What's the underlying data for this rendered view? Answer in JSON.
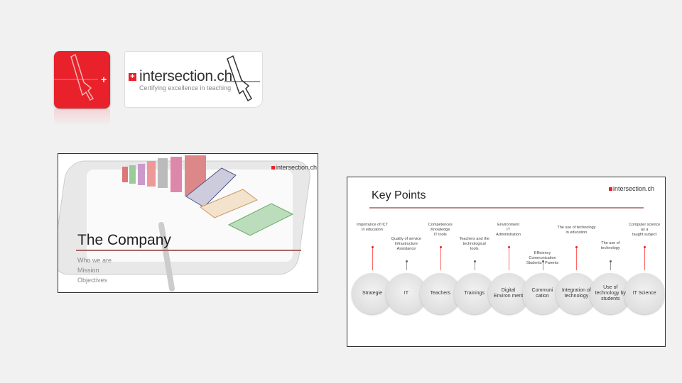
{
  "logo": {
    "name": "intersection.ch",
    "tagline": "Certifying excellence in teaching"
  },
  "slide1": {
    "logo": "intersection.ch",
    "title": "The Company",
    "items": [
      "Who we are",
      "Mission",
      "Objectives"
    ]
  },
  "slide2": {
    "logo": "intersection.ch",
    "title": "Key Points",
    "points": [
      {
        "label": "Strategie",
        "note": "Importance of ICT\nin education",
        "accent": true
      },
      {
        "label": "IT",
        "note": "Quality of service\nInfrastructure\nAssistance",
        "accent": false
      },
      {
        "label": "Teachers",
        "note": "Competences\nKnowledge\nIT tools",
        "accent": true
      },
      {
        "label": "Trainings",
        "note": "Teachers and the\ntechnological\ntools",
        "accent": false
      },
      {
        "label": "Digital Environ ment",
        "note": "Environment\nIT\nAdministration",
        "accent": true
      },
      {
        "label": "Communi cation",
        "note": "Efficiency\nCommunication\nStudents / Parents",
        "accent": false
      },
      {
        "label": "Integration of technology",
        "note": "The use of technology\nin education",
        "accent": true
      },
      {
        "label": "Use of technology by students",
        "note": "The use of\ntechnology",
        "accent": false
      },
      {
        "label": "IT Science",
        "note": "Computer science\nas  a\ntaught subject",
        "accent": true
      }
    ]
  }
}
